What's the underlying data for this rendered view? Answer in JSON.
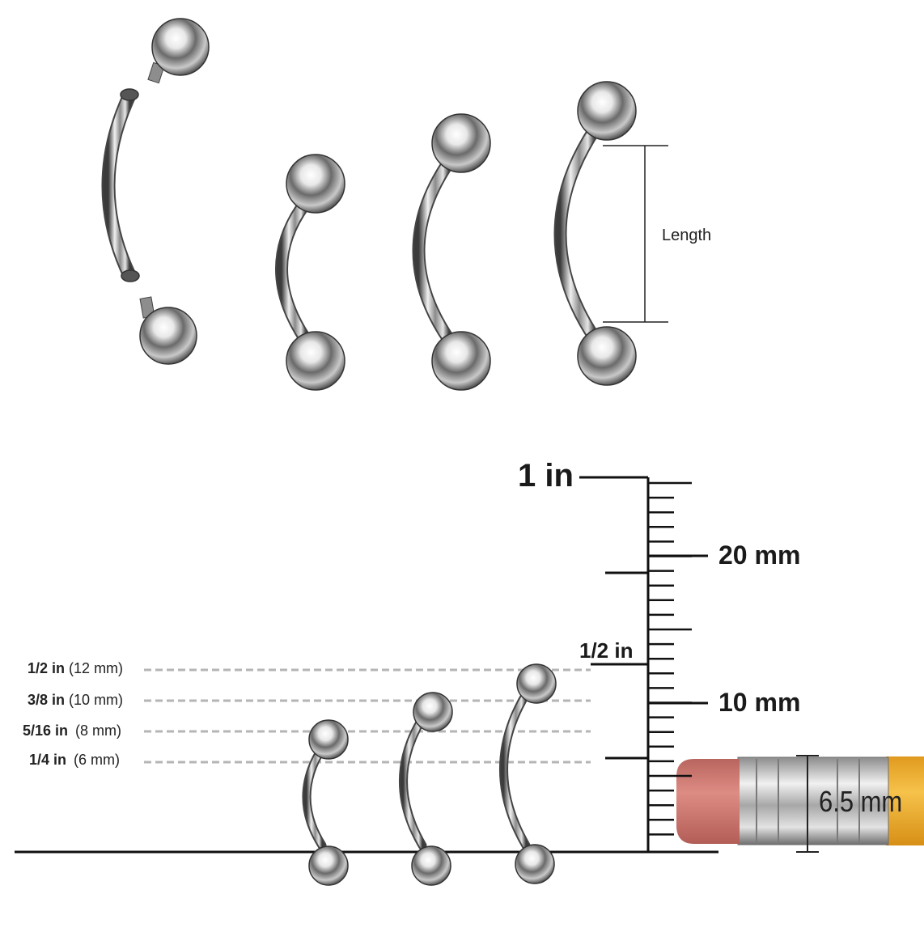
{
  "diagram": {
    "length_label": "Length",
    "sizes": [
      {
        "inch": "1/2 in",
        "mm": "(12 mm)"
      },
      {
        "inch": "3/8 in",
        "mm": "(10 mm)"
      },
      {
        "inch": "5/16 in",
        "mm": "(8 mm)"
      },
      {
        "inch": "1/4 in",
        "mm": "(6 mm)"
      }
    ],
    "ruler": {
      "one_inch": "1 in",
      "twenty_mm": "20 mm",
      "half_inch": "1/2 in",
      "ten_mm": "10 mm"
    },
    "eraser_label": "6.5 mm"
  },
  "colors": {
    "metal_dark": "#3a3a3a",
    "metal_light": "#f4f4f4",
    "eraser": "#d9837c",
    "pencil": "#f2b632",
    "ferrule": "#b9b9b9"
  }
}
